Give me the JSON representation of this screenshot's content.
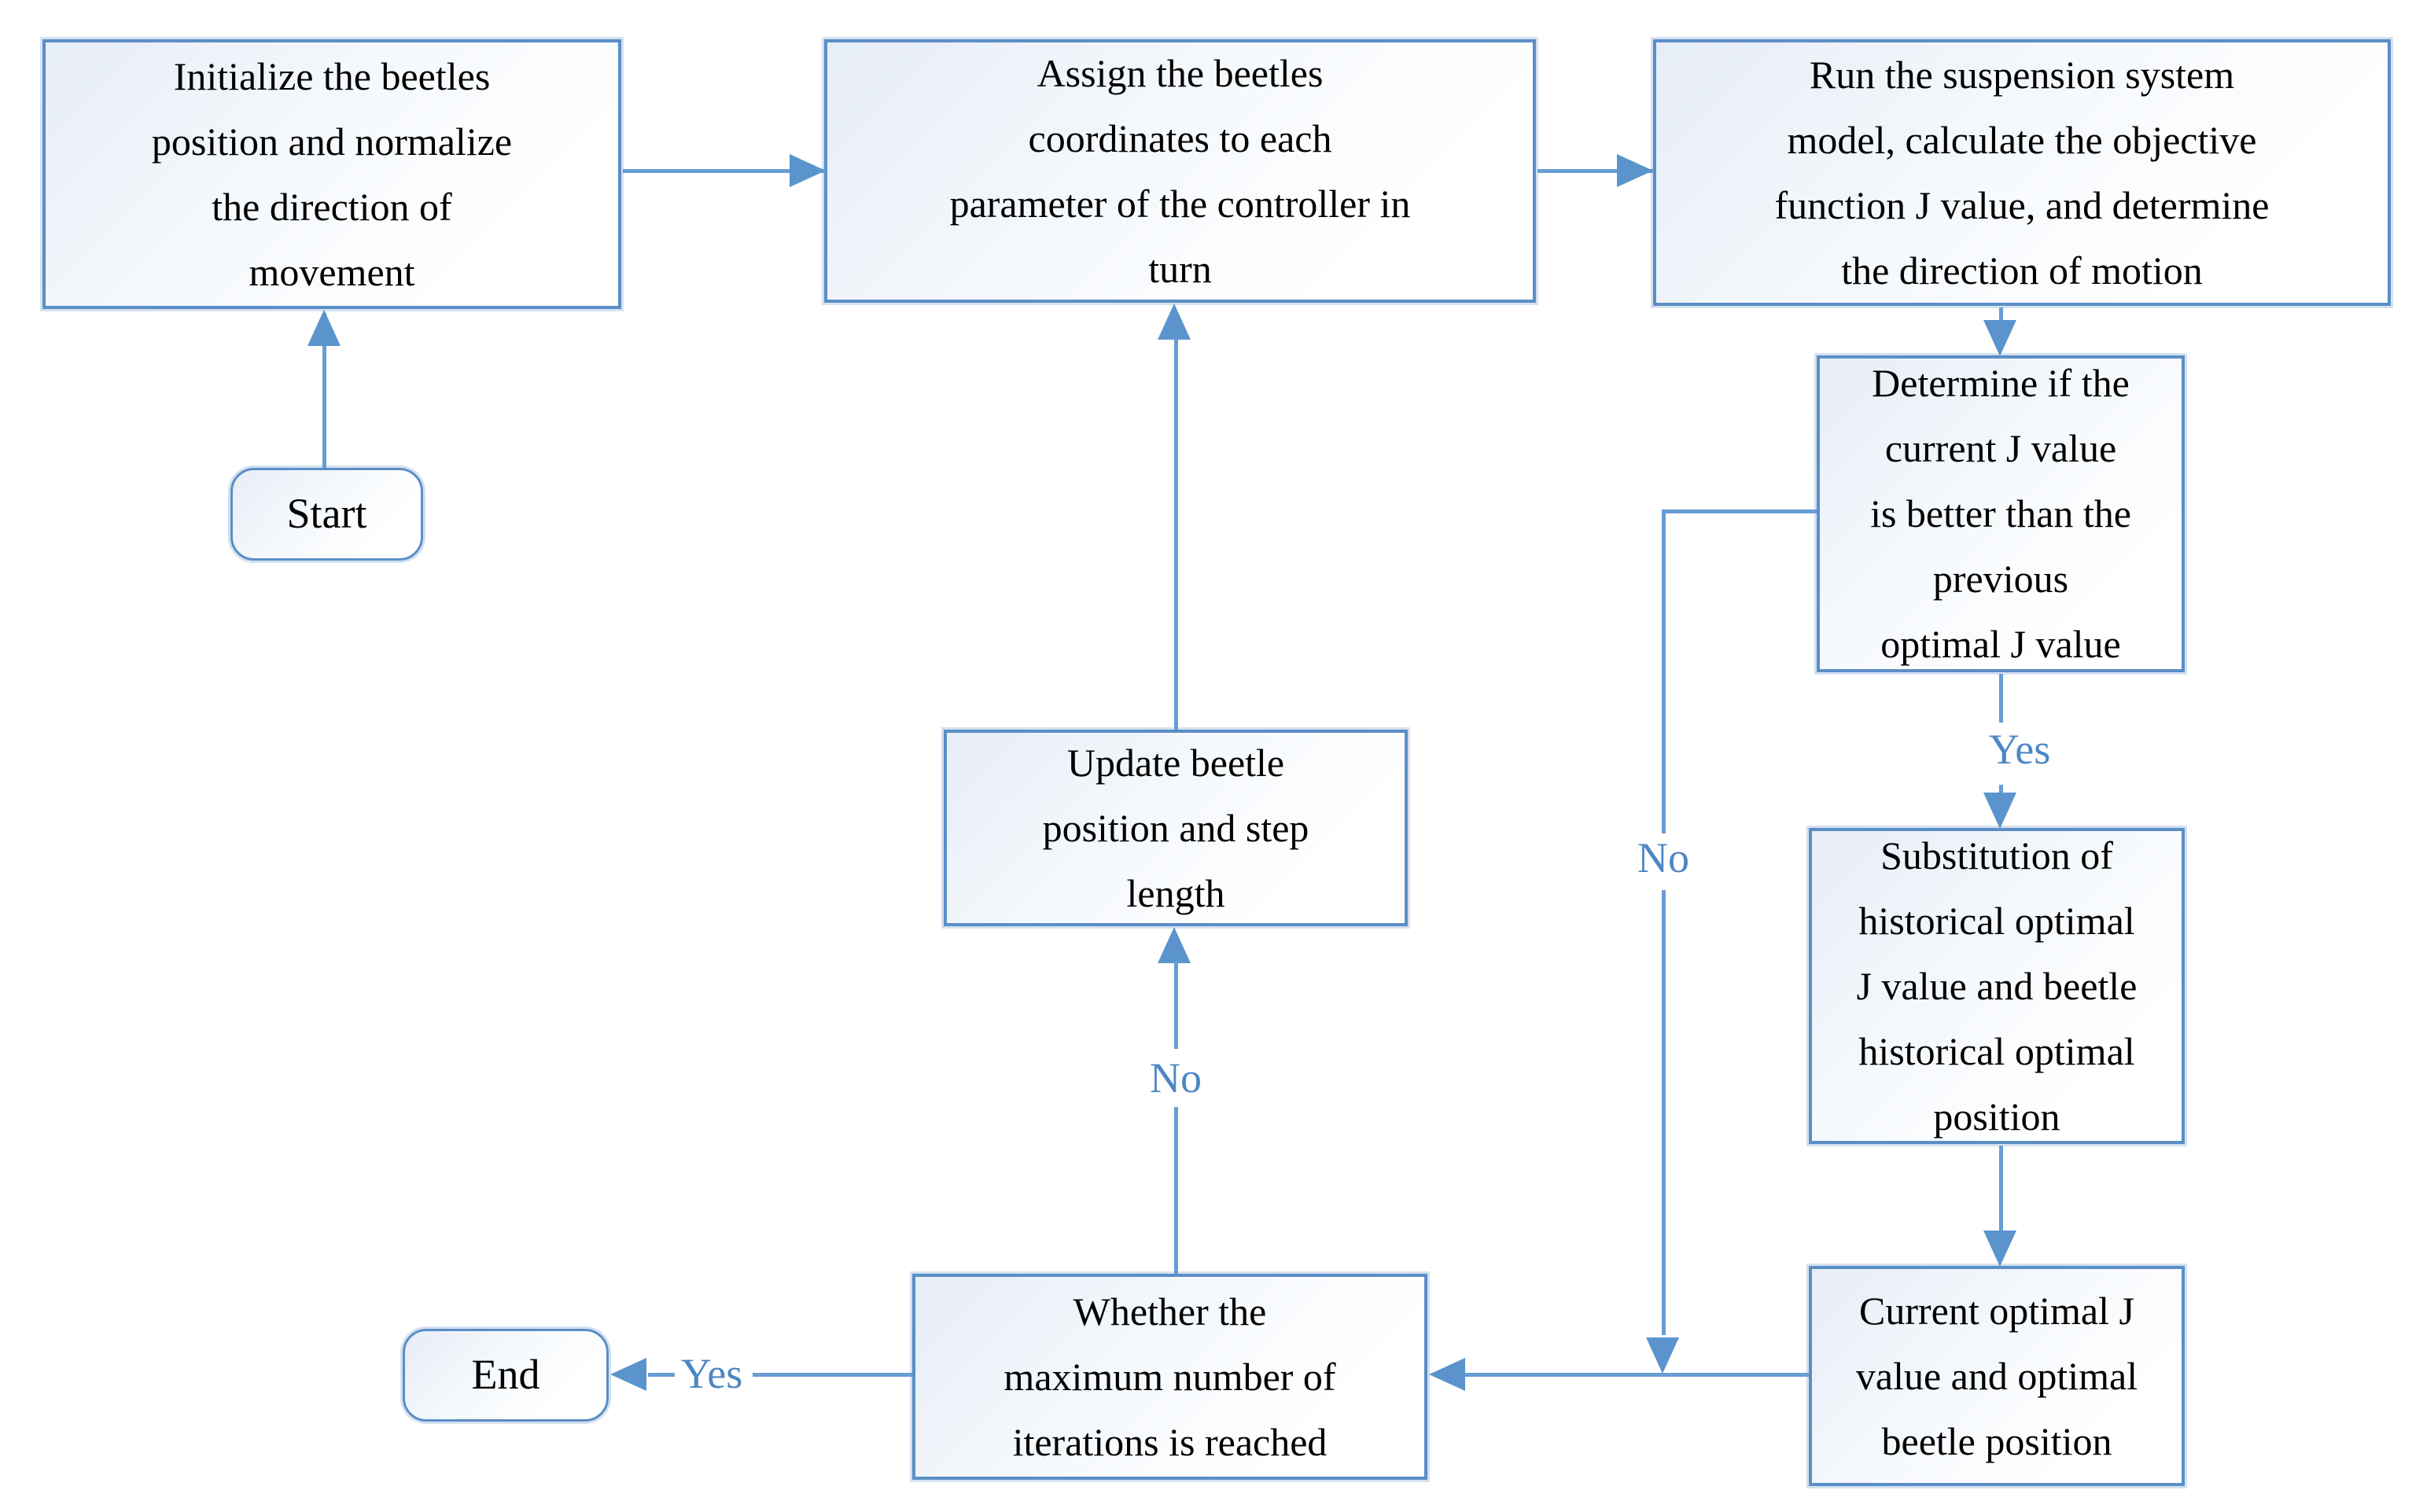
{
  "diagram": {
    "title": "Beetle antennae search optimization flowchart",
    "nodes": {
      "start": {
        "label": "Start"
      },
      "end": {
        "label": "End"
      },
      "init": {
        "label": "Initialize the beetles\nposition and normalize\nthe direction of\nmovement"
      },
      "assign": {
        "label": "Assign the beetles\ncoordinates to each\nparameter of the controller in\nturn"
      },
      "run": {
        "label": "Run the suspension system\nmodel, calculate the objective\nfunction J value, and determine\nthe direction of motion"
      },
      "determine": {
        "label": "Determine if the\ncurrent J value\nis better than the\nprevious\noptimal J value"
      },
      "substitute": {
        "label": "Substitution of\nhistorical optimal\nJ value and beetle\nhistorical optimal\nposition"
      },
      "current": {
        "label": "Current optimal J\nvalue and optimal\nbeetle position"
      },
      "whether": {
        "label": "Whether the\nmaximum number of\niterations is reached"
      },
      "update": {
        "label": "Update beetle\nposition and step\nlength"
      }
    },
    "edge_labels": {
      "determine_yes": "Yes",
      "determine_no": "No",
      "iterations_no": "No",
      "iterations_yes": "Yes"
    },
    "colors": {
      "border": "#5b8ec6",
      "fill": "#e7edf7",
      "line": "#679dd3",
      "arrowhead": "#5b94cc",
      "label": "#4d87c3",
      "text": "#000000"
    }
  }
}
